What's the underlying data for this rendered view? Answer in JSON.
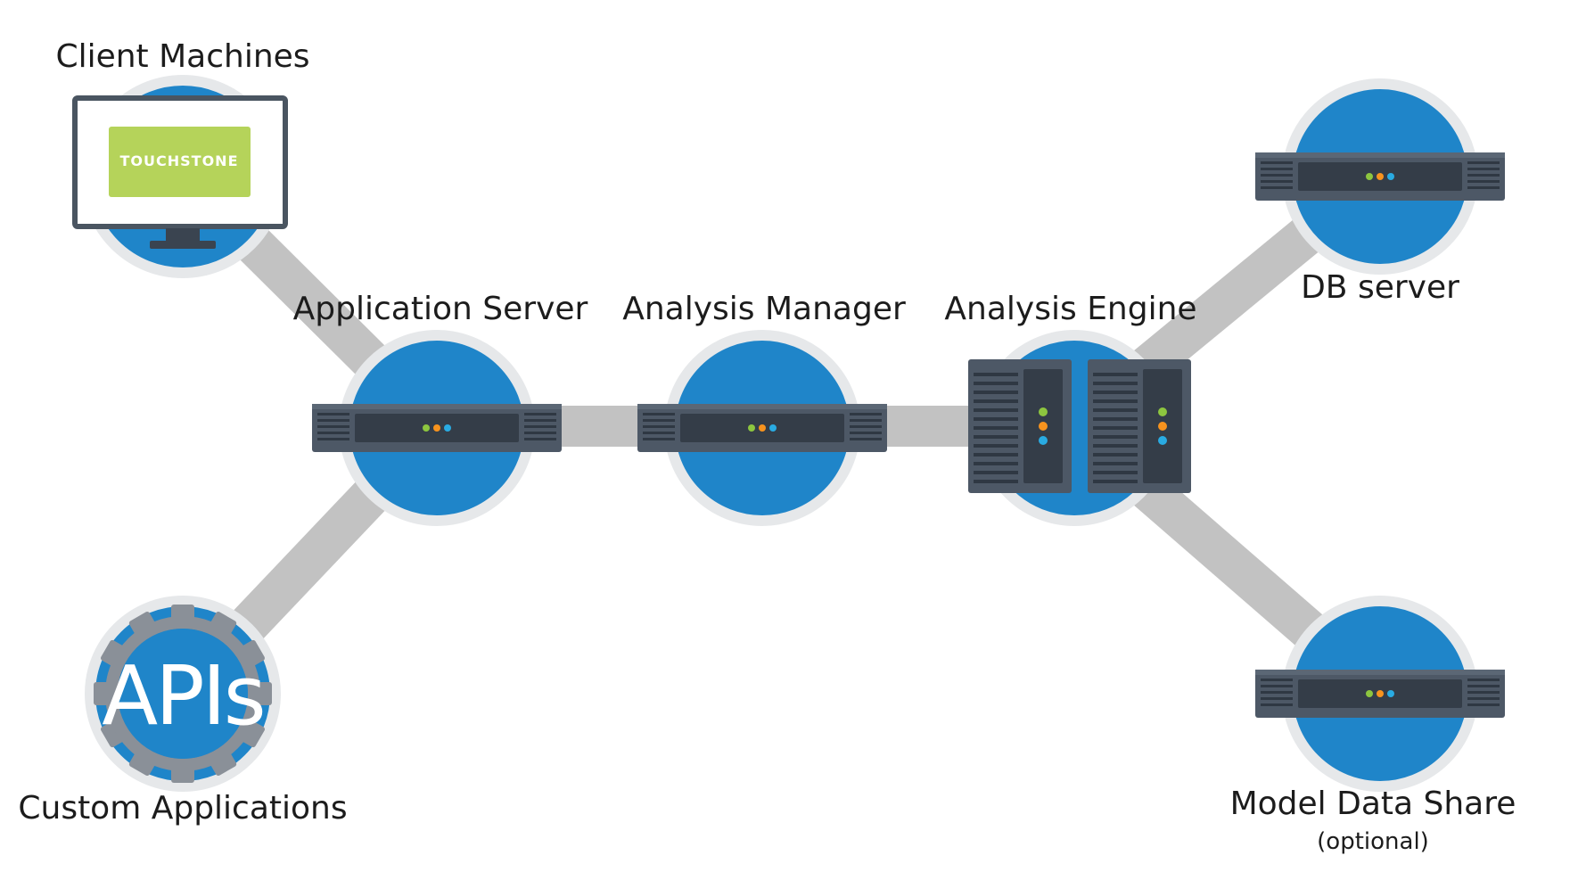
{
  "labels": {
    "client_machines": "Client Machines",
    "application_server": "Application Server",
    "analysis_manager": "Analysis Manager",
    "analysis_engine": "Analysis Engine",
    "db_server": "DB server",
    "custom_applications": "Custom Applications",
    "model_data_share": "Model Data Share",
    "model_data_share_note": "(optional)"
  },
  "monitor_screen_text": "TOUCHSTONE",
  "apis_text": "APIs",
  "colors": {
    "circle_blue": "#1f85c9",
    "circle_halo": "#e6e8ea",
    "connector_gray": "#c2c2c2",
    "server_dark": "#3a4450",
    "server_body": "#4d5866",
    "led_green": "#8dc63f",
    "led_orange": "#f7931e",
    "led_blue": "#29abe2",
    "touchstone_green": "#b5d35a",
    "gear_gray": "#8a9098"
  }
}
